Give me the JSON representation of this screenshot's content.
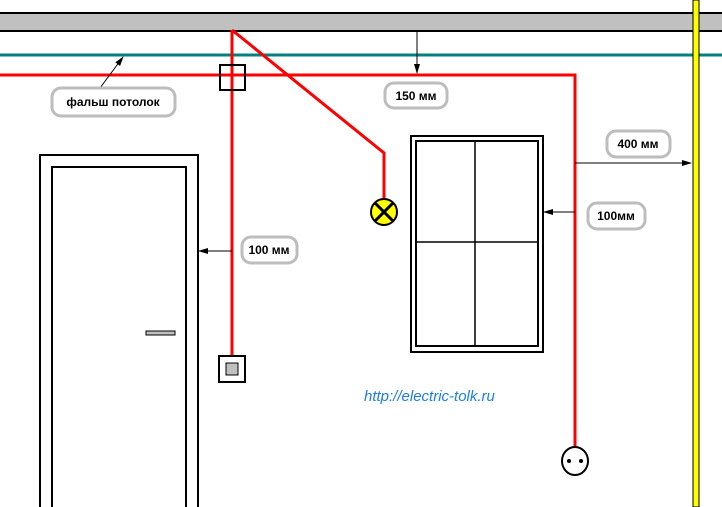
{
  "labels": {
    "false_ceiling": "фальш потолок",
    "ceiling_offset": "150 мм",
    "corner_offset": "400 мм",
    "window_offset": "100мм",
    "door_offset": "100 мм"
  },
  "watermark": "http://electric-tolk.ru",
  "colors": {
    "wire": "#ff0000",
    "false_ceiling": "#008080",
    "ceiling": "#c0c0c0",
    "corner": "#ffff00",
    "lamp": "#ffff00",
    "url": "#1a7fe6"
  }
}
